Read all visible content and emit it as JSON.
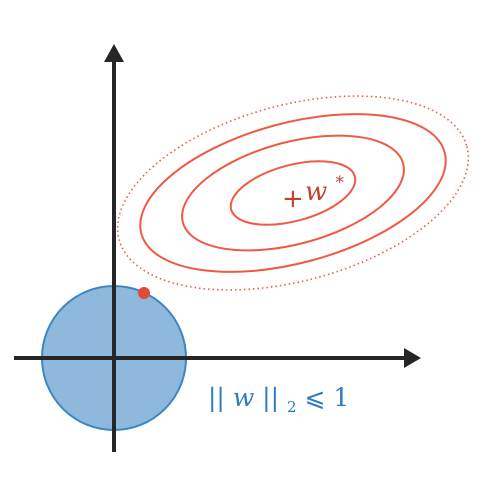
{
  "labels": {
    "optimum_marker": "+",
    "optimum_variable": "w",
    "optimum_superscript": "*",
    "constraint_bars_open": "||",
    "constraint_variable": "w",
    "constraint_bars_close": "||",
    "constraint_subscript": "2",
    "constraint_relation": " ⩽ 1"
  },
  "colors": {
    "axes": "#262626",
    "ball_fill": "#8fb9dc",
    "ball_stroke": "#3b87c4",
    "contours": "#ef5a43",
    "optimum_label": "#c53f2f",
    "tangent_point": "#e5473a",
    "constraint_label": "#2f7bbf"
  },
  "icons": {
    "x_axis_arrow": "arrow-right-icon",
    "y_axis_arrow": "arrow-up-icon"
  }
}
